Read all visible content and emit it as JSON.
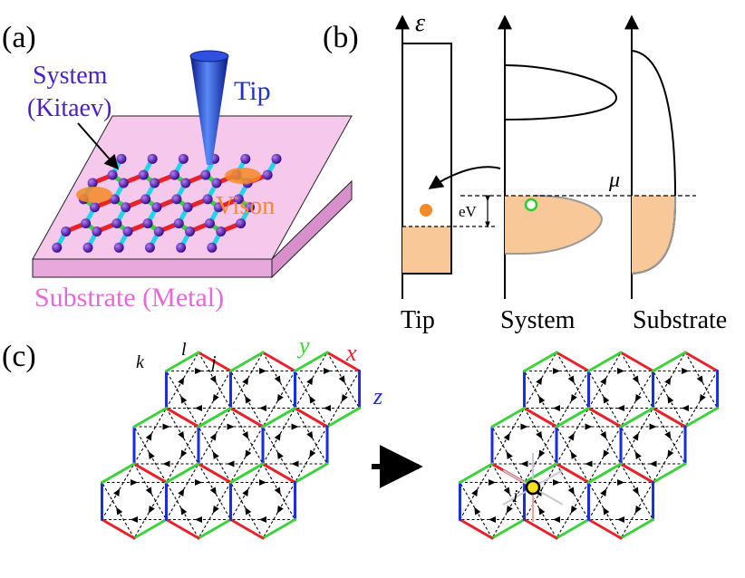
{
  "panel_a": {
    "label": "(a)",
    "system_label_line1": "System",
    "system_label_line2": "(Kitaev)",
    "tip_label": "Tip",
    "vison_label": "Vison",
    "substrate_label": "Substrate (Metal)"
  },
  "panel_b": {
    "label": "(b)",
    "energy_axis": "ε",
    "mu_label": "μ",
    "bias_label": "eV",
    "tip_label": "Tip",
    "system_label": "System",
    "substrate_label": "Substrate"
  },
  "panel_c": {
    "label": "(c)",
    "bond_k": "k",
    "bond_l": "l",
    "bond_j": "j",
    "bond_y": "y",
    "bond_x": "x",
    "bond_z": "z",
    "site_i": "i"
  },
  "colors": {
    "x_bond": "#e8222a",
    "y_bond": "#3cd23c",
    "z_bond": "#1a2ee0",
    "z_bond_a": "#22d4e8",
    "atom": "#5a18b0",
    "substrate": "#f5c8ec",
    "vison": "#f58a28",
    "fill_orange": "#f8c898",
    "tip": "#2030c8",
    "system_text": "#4a20c8",
    "substrate_text": "#e868d8",
    "site": "#f5e020"
  }
}
